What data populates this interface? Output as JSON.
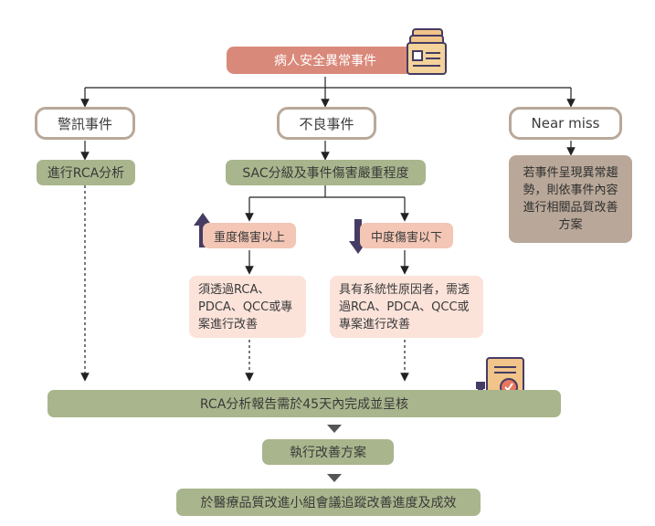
{
  "title": "病人安全異常事件",
  "branches": {
    "left": {
      "label": "警訊事件",
      "action": "進行RCA分析"
    },
    "middle": {
      "label": "不良事件",
      "action": "SAC分級及事件傷害嚴重程度",
      "severe": {
        "label": "重度傷害以上",
        "detail": "須透過RCA、PDCA、QCC或專案進行改善"
      },
      "mild": {
        "label": "中度傷害以下",
        "detail": "具有系統性原因者，需透過RCA、PDCA、QCC或專案進行改善"
      }
    },
    "right": {
      "label": "Near miss",
      "detail": "若事件呈現異常趨勢，則依事件內容進行相關品質改善方案"
    }
  },
  "steps": [
    "RCA分析報告需於45天內完成並呈核",
    "執行改善方案",
    "於醫療品質改進小組會議追蹤改善進度及成效"
  ],
  "colors": {
    "title_bg": "#d9897a",
    "outline_border": "#b9a899",
    "green": "#a9b58c",
    "brown": "#b9a899",
    "salmon": "#f3c6b5",
    "peach": "#fbe3da",
    "arrow_dark": "#453c63"
  },
  "icons": [
    "document-stack-icon",
    "certificate-seal-icon",
    "up-arrow-icon",
    "down-arrow-icon"
  ]
}
